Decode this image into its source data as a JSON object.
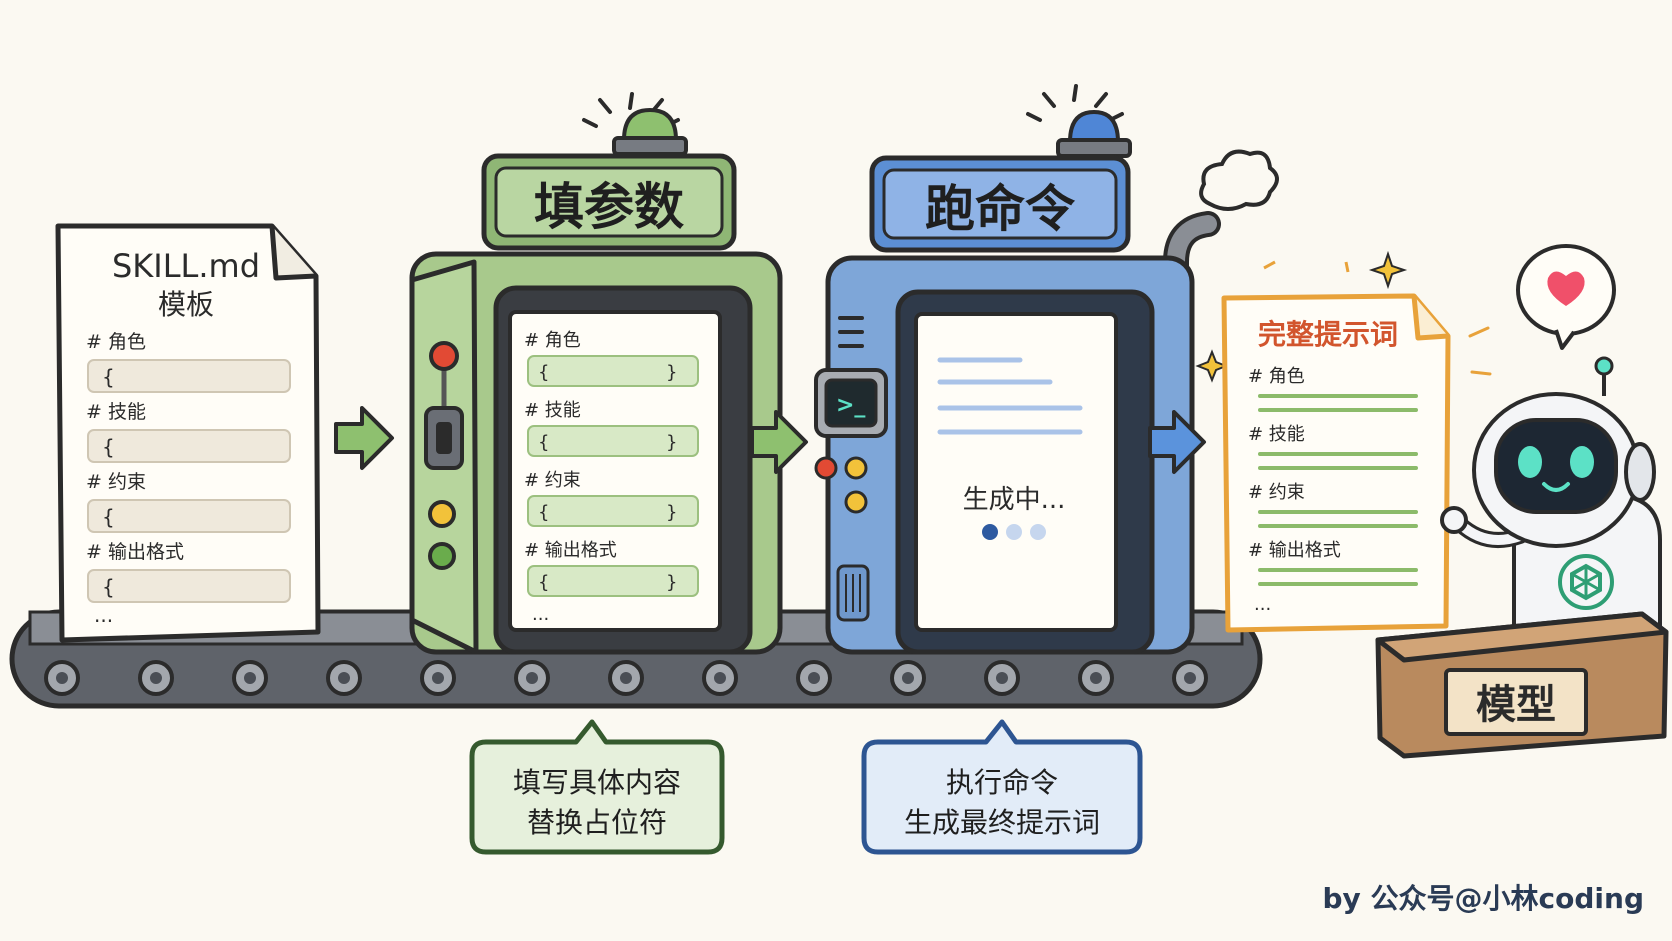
{
  "template_doc": {
    "title": "SKILL.md",
    "subtitle": "模板",
    "sections": [
      "# 角色",
      "# 技能",
      "# 约束",
      "# 输出格式"
    ],
    "brace": "{",
    "ellipsis": "..."
  },
  "machine_fill": {
    "label": "填参数",
    "sections": [
      "# 角色",
      "# 技能",
      "# 约束",
      "# 输出格式"
    ],
    "open_brace": "{",
    "close_brace": "}",
    "ellipsis": "..."
  },
  "machine_run": {
    "label": "跑命令",
    "terminal_prompt": ">_",
    "status": "生成中..."
  },
  "final_doc": {
    "title": "完整提示词",
    "sections": [
      "# 角色",
      "# 技能",
      "# 约束",
      "# 输出格式"
    ],
    "ellipsis": "..."
  },
  "model": {
    "label": "模型"
  },
  "callout_fill": {
    "line1": "填写具体内容",
    "line2": "替换占位符"
  },
  "callout_run": {
    "line1": "执行命令",
    "line2": "生成最终提示词"
  },
  "credit": "by 公众号@小林coding",
  "colors": {
    "outline": "#2b2b2b",
    "green": "#a8c98c",
    "green_dark": "#5f8a4a",
    "blue": "#7ea6d8",
    "blue_dark": "#3e6fb0",
    "orange": "#e8a23a",
    "title_red": "#d2552d",
    "conveyor": "#6b6f76",
    "wood": "#b98a5e"
  }
}
